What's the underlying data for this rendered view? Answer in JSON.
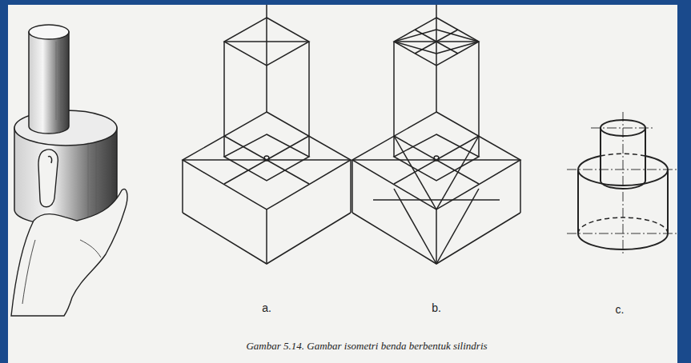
{
  "diagram": {
    "caption": "Gambar 5.14. Gambar isometri benda berbentuk silindris",
    "labels": [
      "a.",
      "b.",
      "c."
    ]
  }
}
